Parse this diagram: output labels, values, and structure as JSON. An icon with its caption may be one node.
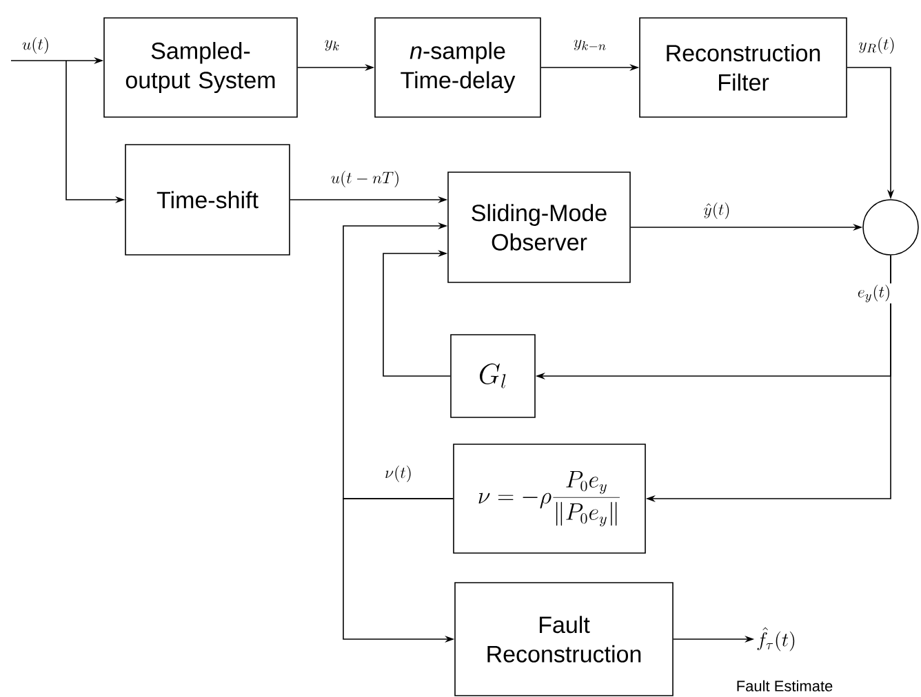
{
  "diagram": {
    "nodes": [
      {
        "text": [
          "Sampled-output System"
        ]
      },
      {
        "text": [
          "*n*-sample Time-delay"
        ]
      },
      {
        "text": [
          "Reconstruction Filter"
        ]
      },
      {
        "text": [
          "Time-shift"
        ]
      },
      {
        "text": [
          "Sliding-Mode Observer"
        ]
      },
      {
        "text": [],
        "shape": "circle"
      },
      {
        "text": [
          "G_l"
        ]
      },
      {
        "text": [
          "\\nu = -\\rho\\frac{P_0e_y}{\\|P_0e_y\\|}"
        ]
      },
      {
        "text": [
          "Fault Reconstruction"
        ]
      },
      {
        "text": [
          "\\hat{f}_{\\tau}(t)"
        ],
        "beside": [
          "Fault Estimate"
        ]
      }
    ],
    "edges": [
      {
        "from": null,
        "to": 0,
        "arrow": "to",
        "label": "u(t)"
      },
      {
        "from": null,
        "to": 3,
        "arrow": "to"
      },
      {
        "from": 0,
        "to": 1,
        "arrow": "to",
        "label": "y_k"
      },
      {
        "from": 1,
        "to": 2,
        "arrow": "to",
        "label": "y_{k-n}"
      },
      {
        "from": 2,
        "to": 5,
        "arrow": "to",
        "label": "y_R(t)"
      },
      {
        "from": 3,
        "to": 4,
        "arrow": "to",
        "label": "u(t-nT)"
      },
      {
        "from": 4,
        "to": 5,
        "arrow": "to",
        "label": "\\hat{y}(t)"
      },
      {
        "from": 5,
        "to": 6,
        "arrow": "to",
        "label": "e_y(t)"
      },
      {
        "from": 5,
        "to": 7,
        "arrow": "to"
      },
      {
        "from": 6,
        "to": 4,
        "arrow": "to"
      },
      {
        "from": 7,
        "to": 4,
        "arrow": "to",
        "label": "\\nu(t)"
      },
      {
        "from": 7,
        "to": 8,
        "arrow": "to"
      },
      {
        "from": 8,
        "to": 9,
        "arrow": "to"
      }
    ]
  }
}
